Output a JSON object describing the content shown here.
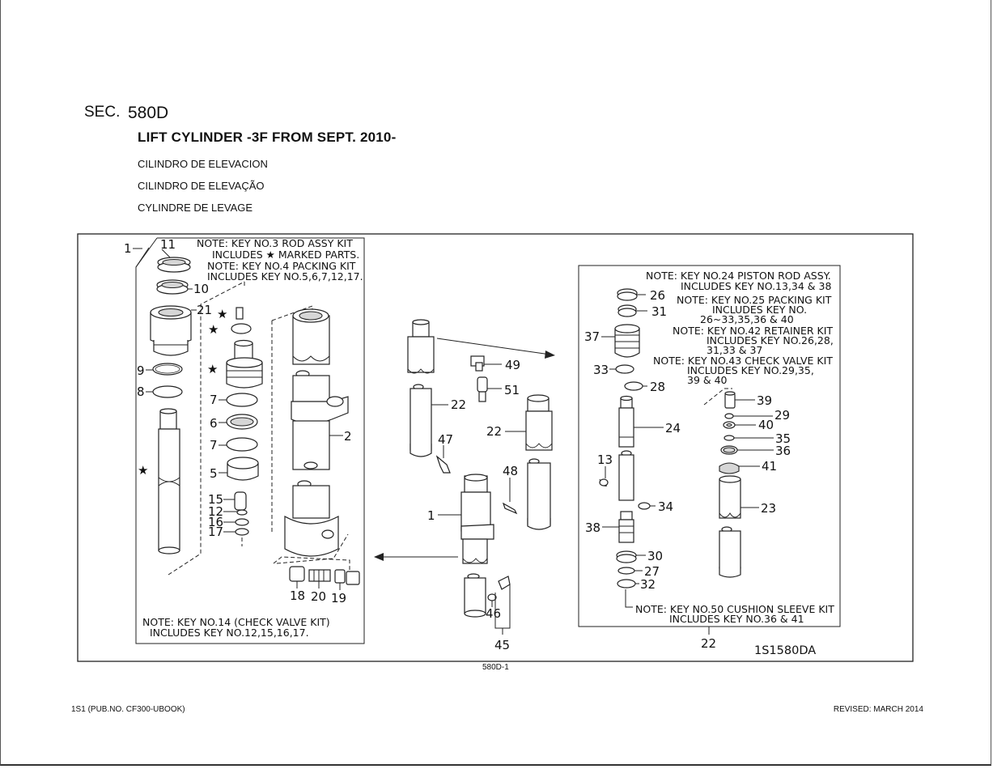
{
  "header": {
    "sec_label": "SEC.",
    "sec_code": "580D",
    "title": "LIFT CYLINDER -3F FROM SEPT. 2010-",
    "subtitles": [
      "CILINDRO DE ELEVACION",
      "CILINDRO DE ELEVAÇÃO",
      "CYLINDRE DE LEVAGE"
    ]
  },
  "diagram": {
    "notes": {
      "left_top": [
        "NOTE: KEY NO.3 ROD ASSY KIT",
        "INCLUDES ★ MARKED PARTS.",
        "NOTE: KEY NO.4 PACKING KIT",
        "INCLUDES KEY NO.5,6,7,12,17."
      ],
      "left_bottom": [
        "NOTE: KEY NO.14 (CHECK VALVE KIT)",
        "INCLUDES KEY NO.12,15,16,17."
      ],
      "right_top": [
        "NOTE: KEY NO.24 PISTON ROD ASSY.",
        "INCLUDES KEY NO.13,34 & 38",
        "NOTE: KEY NO.25 PACKING KIT",
        "INCLUDES KEY NO.",
        "26~33,35,36 & 40",
        "NOTE: KEY NO.42 RETAINER KIT",
        "INCLUDES KEY NO.26,28,",
        "31,33 & 37",
        "NOTE: KEY NO.43 CHECK VALVE KIT",
        "INCLUDES KEY NO.29,35,",
        "39 & 40"
      ],
      "right_bottom": [
        "NOTE: KEY NO.50 CUSHION SLEEVE KIT",
        "INCLUDES KEY NO.36 & 41"
      ]
    },
    "diagram_code": "1S1580DA",
    "callouts": {
      "c1": "1",
      "c11": "11",
      "c10": "10",
      "c21": "21",
      "c9": "9",
      "c8": "8",
      "c7a": "7",
      "c6": "6",
      "c7b": "7",
      "c5": "5",
      "c15": "15",
      "c12": "12",
      "c16": "16",
      "c17": "17",
      "c2": "2",
      "c18": "18",
      "c20": "20",
      "c19": "19",
      "c49": "49",
      "c51": "51",
      "c22a": "22",
      "c47": "47",
      "c22b": "22",
      "c48": "48",
      "c1b": "1",
      "c46": "46",
      "c45": "45",
      "c26": "26",
      "c31": "31",
      "c37": "37",
      "c33": "33",
      "c28": "28",
      "c24": "24",
      "c13": "13",
      "c34": "34",
      "c38": "38",
      "c30": "30",
      "c27": "27",
      "c32": "32",
      "c39": "39",
      "c29": "29",
      "c40": "40",
      "c35": "35",
      "c36": "36",
      "c41": "41",
      "c23": "23",
      "c22c": "22"
    },
    "star_symbol": "★"
  },
  "footer": {
    "page_number": "580D-1",
    "publication": "1S1 (PUB.NO. CF300-UBOOK)",
    "revised": "REVISED: MARCH 2014"
  }
}
